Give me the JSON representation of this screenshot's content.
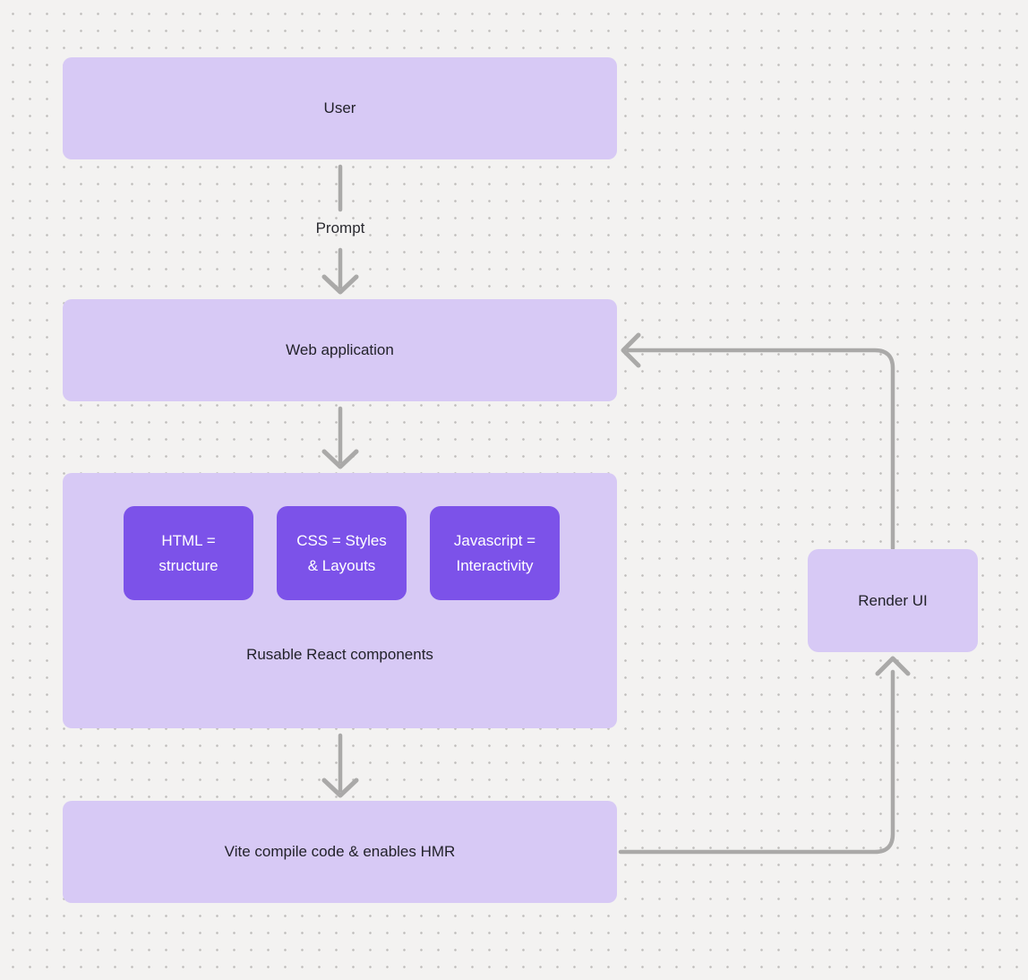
{
  "diagram": {
    "nodes": {
      "user": {
        "label": "User"
      },
      "web_app": {
        "label": "Web application"
      },
      "components": {
        "caption": "Rusable React components",
        "children": [
          {
            "lines": [
              "HTML =",
              "structure"
            ]
          },
          {
            "lines": [
              "CSS = Styles",
              "& Layouts"
            ]
          },
          {
            "lines": [
              "Javascript =",
              "Interactivity"
            ]
          }
        ]
      },
      "vite": {
        "label": "Vite compile code & enables HMR"
      },
      "render_ui": {
        "label": "Render UI"
      }
    },
    "edges": {
      "user_to_webapp_label": "Prompt"
    },
    "colors": {
      "background": "#f3f2f1",
      "dot_grid": "#bfbdbb",
      "node_light_purple": "#d7c9f5",
      "node_dark_purple": "#7c52e9",
      "edge_gray": "#aaa9a8",
      "text_dark": "#22222a",
      "text_light": "#ffffff"
    }
  }
}
